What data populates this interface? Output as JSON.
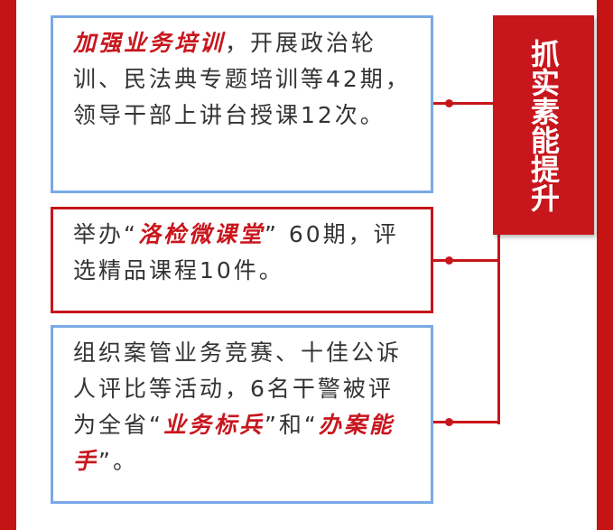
{
  "theme": {
    "accent_red": "#c8161d",
    "card_blue_border": "#79a9e6",
    "body_text": "#333333"
  },
  "title": {
    "text": "抓实素能提升"
  },
  "cards": [
    {
      "highlight": "加强业务培训",
      "text": "，开展政治轮训、民法典专题培训等42期，领导干部上讲台授课12次。"
    },
    {
      "prefix": "举办“",
      "highlight": "洛检微课堂",
      "suffix": "” 60期，评选精品课程10件。"
    },
    {
      "text": "组织案管业务竞赛、十佳公诉人评比等活动，6名干警被评为全省“",
      "highlight1": "业务标兵",
      "middle": "”和“",
      "highlight2": "办案能手",
      "suffix": "”。"
    }
  ]
}
